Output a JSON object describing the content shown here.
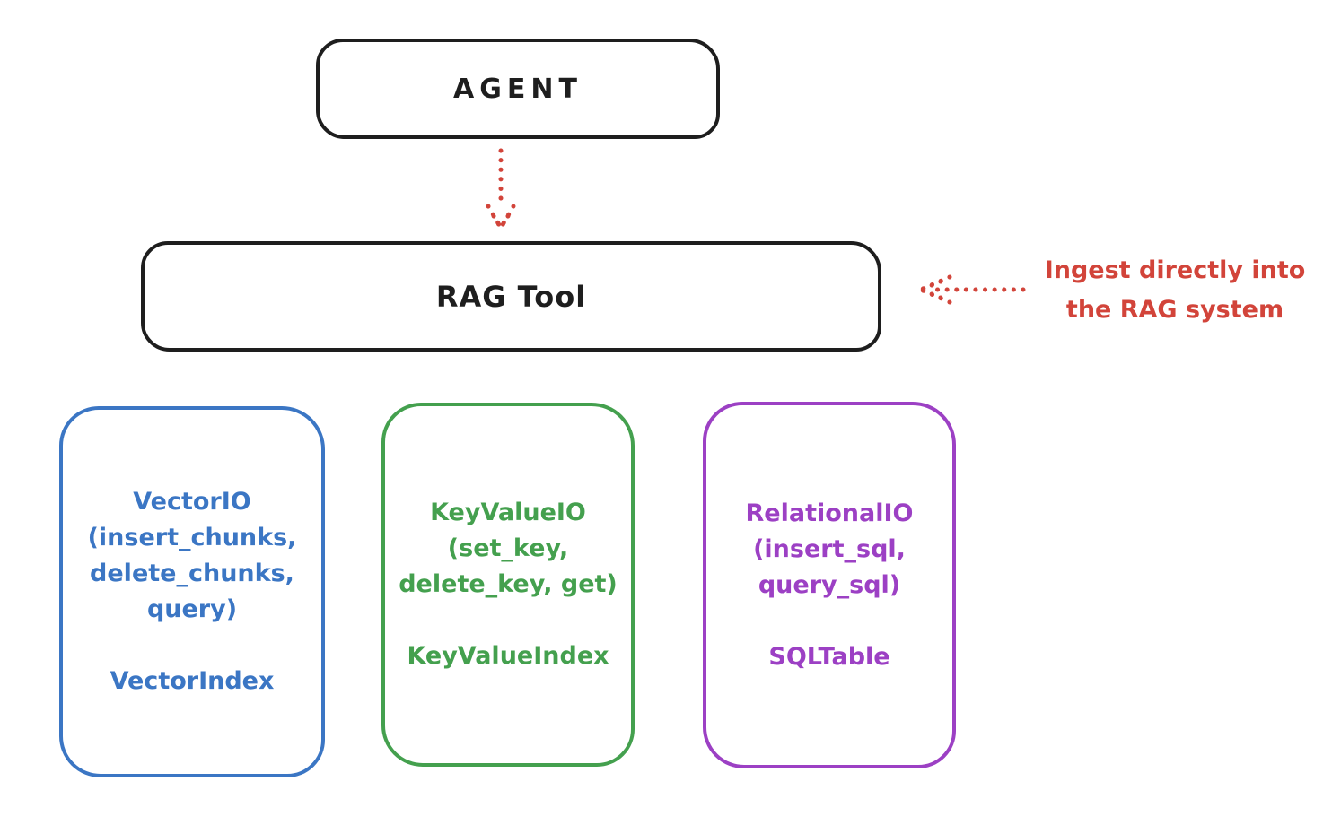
{
  "colors": {
    "background": "#ffffff",
    "ink": "#1e1e1e",
    "accent-red": "#d2443a",
    "vector-blue": "#3b76c4",
    "keyvalue-green": "#44a04e",
    "relational-purple": "#9c40c4"
  },
  "nodes": {
    "agent": {
      "label": "AGENT"
    },
    "rag_tool": {
      "label": "RAG Tool"
    }
  },
  "annotation": {
    "line1": "Ingest directly into",
    "line2": "the RAG system"
  },
  "cards": [
    {
      "color": "#3b76c4",
      "io_lines": [
        "VectorIO",
        "(insert_chunks,",
        "delete_chunks,",
        "query)"
      ],
      "index_label": "VectorIndex"
    },
    {
      "color": "#44a04e",
      "io_lines": [
        "KeyValueIO",
        "(set_key,",
        "delete_key, get)"
      ],
      "index_label": "KeyValueIndex"
    },
    {
      "color": "#9c40c4",
      "io_lines": [
        "RelationalIO",
        "(insert_sql,",
        "query_sql)"
      ],
      "index_label": "SQLTable"
    }
  ]
}
